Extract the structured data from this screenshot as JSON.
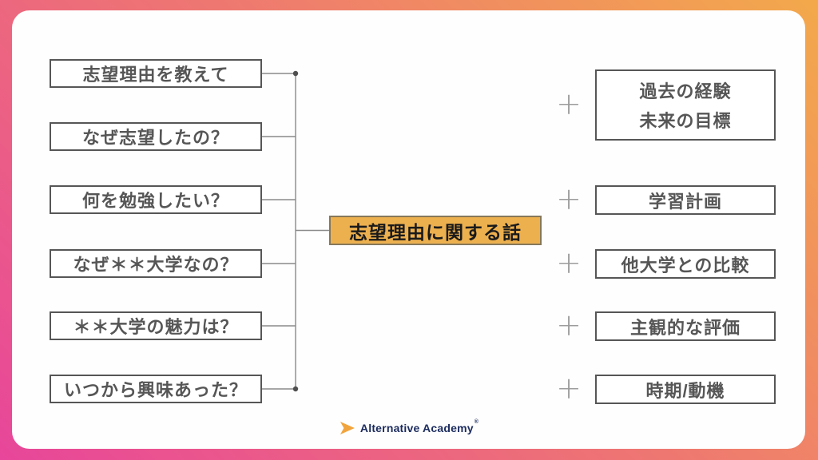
{
  "diagram": {
    "left_questions": [
      {
        "label": "志望理由を教えて"
      },
      {
        "label": "なぜ志望したの？"
      },
      {
        "label": "何を勉強したい？"
      },
      {
        "label": "なぜ＊＊大学なの？"
      },
      {
        "label": "＊＊大学の魅力は？"
      },
      {
        "label": "いつから興味あった？"
      }
    ],
    "center_topic": {
      "label": "志望理由に関する話"
    },
    "plus_glyph": "+",
    "right_answers": [
      {
        "lines": [
          "過去の経験",
          "未来の目標"
        ]
      },
      {
        "lines": [
          "学習計画"
        ]
      },
      {
        "lines": [
          "他大学との比較"
        ]
      },
      {
        "lines": [
          "主観的な評価"
        ]
      },
      {
        "lines": [
          "時期/動機"
        ]
      }
    ]
  },
  "footer": {
    "brand": "Alternative Academy",
    "registered_mark": "®"
  },
  "colors": {
    "frame_gradient_start": "#E8469A",
    "frame_gradient_mid": "#EE7573",
    "frame_gradient_end": "#F3A94B",
    "panel_bg": "#FEFEFE",
    "box_border": "#565656",
    "box_text": "#565656",
    "center_fill": "#EDB04F",
    "center_border": "#86785A",
    "center_text": "#1A1A1A",
    "connector": "#8A8A8A",
    "connector_dot": "#4F4F4F",
    "plus": "#9C9C9C",
    "brand_navy": "#1B2B5E",
    "brand_orange": "#F2A43C"
  }
}
